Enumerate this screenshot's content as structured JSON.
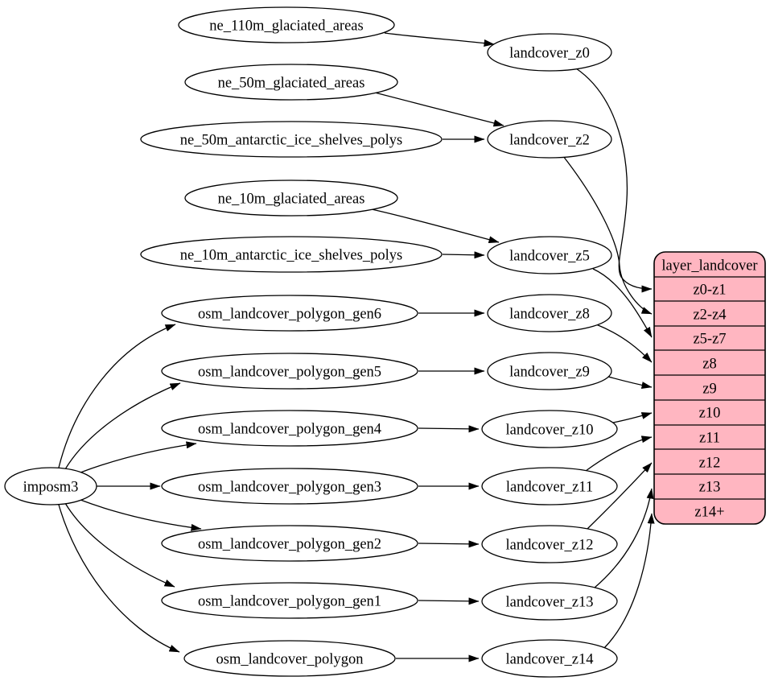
{
  "colors": {
    "background": "#ffffff",
    "node_fill": "#ffffff",
    "node_stroke": "#000000",
    "edge": "#000000",
    "record_fill": "#ffb6c1",
    "record_stroke": "#000000",
    "text": "#000000"
  },
  "importer": {
    "label": "imposm3"
  },
  "sources": [
    {
      "label": "ne_110m_glaciated_areas"
    },
    {
      "label": "ne_50m_glaciated_areas"
    },
    {
      "label": "ne_50m_antarctic_ice_shelves_polys"
    },
    {
      "label": "ne_10m_glaciated_areas"
    },
    {
      "label": "ne_10m_antarctic_ice_shelves_polys"
    },
    {
      "label": "osm_landcover_polygon_gen6"
    },
    {
      "label": "osm_landcover_polygon_gen5"
    },
    {
      "label": "osm_landcover_polygon_gen4"
    },
    {
      "label": "osm_landcover_polygon_gen3"
    },
    {
      "label": "osm_landcover_polygon_gen2"
    },
    {
      "label": "osm_landcover_polygon_gen1"
    },
    {
      "label": "osm_landcover_polygon"
    }
  ],
  "intermediates": [
    {
      "label": "landcover_z0"
    },
    {
      "label": "landcover_z2"
    },
    {
      "label": "landcover_z5"
    },
    {
      "label": "landcover_z8"
    },
    {
      "label": "landcover_z9"
    },
    {
      "label": "landcover_z10"
    },
    {
      "label": "landcover_z11"
    },
    {
      "label": "landcover_z12"
    },
    {
      "label": "landcover_z13"
    },
    {
      "label": "landcover_z14"
    }
  ],
  "layer": {
    "title": "layer_landcover",
    "rows": [
      "z0-z1",
      "z2-z4",
      "z5-z7",
      "z8",
      "z9",
      "z10",
      "z11",
      "z12",
      "z13",
      "z14+"
    ]
  },
  "edges": [
    {
      "from": "ne_110m_glaciated_areas",
      "to": "landcover_z0"
    },
    {
      "from": "ne_50m_glaciated_areas",
      "to": "landcover_z2"
    },
    {
      "from": "ne_50m_antarctic_ice_shelves_polys",
      "to": "landcover_z2"
    },
    {
      "from": "ne_10m_glaciated_areas",
      "to": "landcover_z5"
    },
    {
      "from": "ne_10m_antarctic_ice_shelves_polys",
      "to": "landcover_z5"
    },
    {
      "from": "imposm3",
      "to": "osm_landcover_polygon_gen6"
    },
    {
      "from": "imposm3",
      "to": "osm_landcover_polygon_gen5"
    },
    {
      "from": "imposm3",
      "to": "osm_landcover_polygon_gen4"
    },
    {
      "from": "imposm3",
      "to": "osm_landcover_polygon_gen3"
    },
    {
      "from": "imposm3",
      "to": "osm_landcover_polygon_gen2"
    },
    {
      "from": "imposm3",
      "to": "osm_landcover_polygon_gen1"
    },
    {
      "from": "imposm3",
      "to": "osm_landcover_polygon"
    },
    {
      "from": "osm_landcover_polygon_gen6",
      "to": "landcover_z8"
    },
    {
      "from": "osm_landcover_polygon_gen5",
      "to": "landcover_z9"
    },
    {
      "from": "osm_landcover_polygon_gen4",
      "to": "landcover_z10"
    },
    {
      "from": "osm_landcover_polygon_gen3",
      "to": "landcover_z11"
    },
    {
      "from": "osm_landcover_polygon_gen2",
      "to": "landcover_z12"
    },
    {
      "from": "osm_landcover_polygon_gen1",
      "to": "landcover_z13"
    },
    {
      "from": "osm_landcover_polygon",
      "to": "landcover_z14"
    },
    {
      "from": "landcover_z0",
      "to": "layer_landcover:z0-z1"
    },
    {
      "from": "landcover_z2",
      "to": "layer_landcover:z2-z4"
    },
    {
      "from": "landcover_z5",
      "to": "layer_landcover:z5-z7"
    },
    {
      "from": "landcover_z8",
      "to": "layer_landcover:z8"
    },
    {
      "from": "landcover_z9",
      "to": "layer_landcover:z9"
    },
    {
      "from": "landcover_z10",
      "to": "layer_landcover:z10"
    },
    {
      "from": "landcover_z11",
      "to": "layer_landcover:z11"
    },
    {
      "from": "landcover_z12",
      "to": "layer_landcover:z12"
    },
    {
      "from": "landcover_z13",
      "to": "layer_landcover:z13"
    },
    {
      "from": "landcover_z14",
      "to": "layer_landcover:z14+"
    }
  ]
}
